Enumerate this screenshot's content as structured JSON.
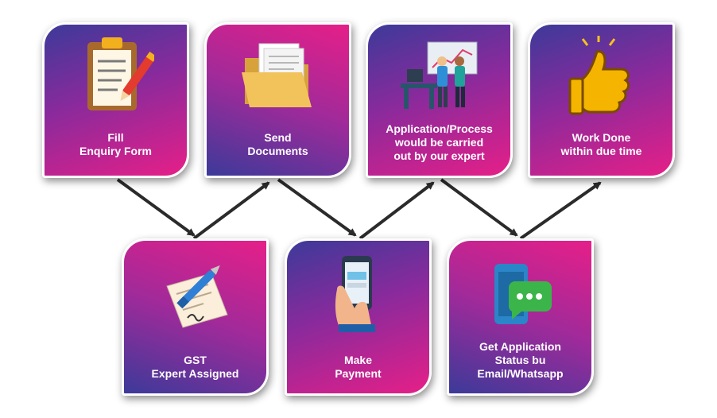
{
  "steps": [
    {
      "label": "Fill\nEnquiry Form",
      "icon": "clipboard-form-icon"
    },
    {
      "label": "Send\nDocuments",
      "icon": "folder-documents-icon"
    },
    {
      "label": "Application/Process\nwould be carried\nout by our expert",
      "icon": "expert-presentation-icon"
    },
    {
      "label": "Work Done\nwithin due time",
      "icon": "thumbs-up-icon"
    },
    {
      "label": "GST\nExpert Assigned",
      "icon": "signing-document-icon"
    },
    {
      "label": "Make\nPayment",
      "icon": "phone-payment-icon"
    },
    {
      "label": "Get Application\nStatus bu\nEmail/Whatsapp",
      "icon": "phone-chat-icon"
    }
  ],
  "colors": {
    "gradient_pink": "#e61f88",
    "gradient_purple": "#3c3a99",
    "arrow": "#2b2b2b"
  }
}
